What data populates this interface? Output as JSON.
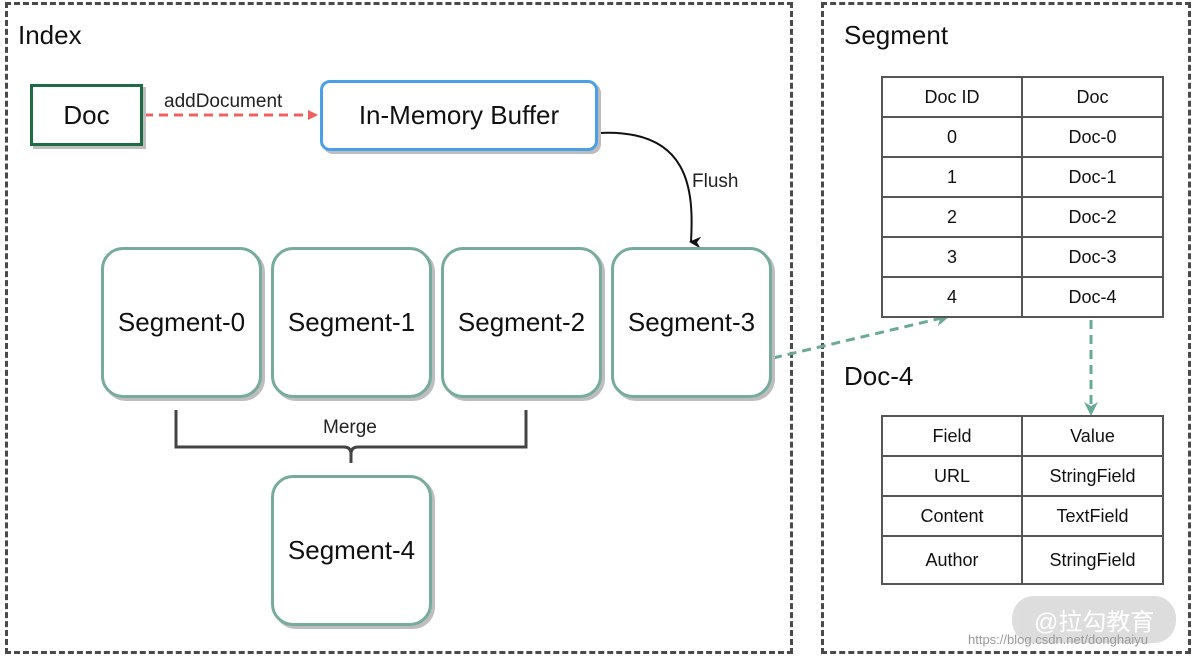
{
  "index_panel": {
    "title": "Index",
    "doc_label": "Doc",
    "buffer_label": "In-Memory Buffer",
    "add_edge_label": "addDocument",
    "flush_edge_label": "Flush",
    "merge_label": "Merge",
    "segments": [
      "Segment-0",
      "Segment-1",
      "Segment-2",
      "Segment-3"
    ],
    "merged_segment": "Segment-4"
  },
  "segment_panel": {
    "title": "Segment",
    "doc_table": {
      "headers": [
        "Doc ID",
        "Doc"
      ],
      "rows": [
        [
          "0",
          "Doc-0"
        ],
        [
          "1",
          "Doc-1"
        ],
        [
          "2",
          "Doc-2"
        ],
        [
          "3",
          "Doc-3"
        ],
        [
          "4",
          "Doc-4"
        ]
      ]
    },
    "doc_detail_title": "Doc-4",
    "field_table": {
      "headers": [
        "Field",
        "Value"
      ],
      "rows": [
        [
          "URL",
          "StringField"
        ],
        [
          "Content",
          "TextField"
        ],
        [
          "Author",
          "StringField"
        ]
      ]
    }
  },
  "watermark": {
    "text": "@拉勾教育",
    "url": "https://blog.csdn.net/donghaiyu"
  },
  "colors": {
    "frame": "#4a4a4a",
    "doc_border": "#1e6b44",
    "buffer_border": "#4a9fe6",
    "segment_border": "#76ab9e",
    "add_arrow": "#f06060",
    "lookup_arrow": "#6aa898",
    "flush_arrow": "#111111"
  }
}
